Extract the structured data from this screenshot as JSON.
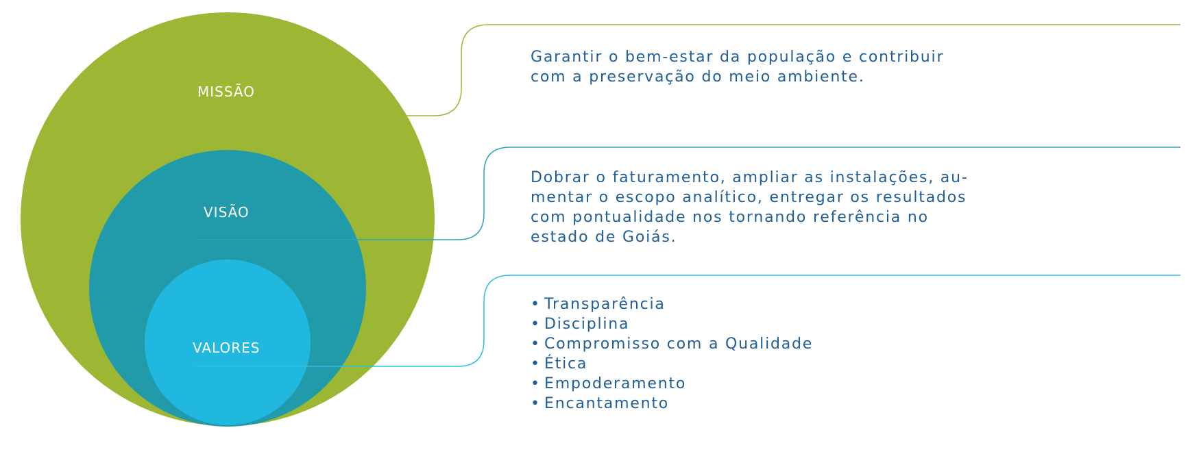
{
  "colors": {
    "missao": "#9cb733",
    "visao": "#219ba9",
    "valores": "#20b8de",
    "text": "#1f5f96",
    "line_missao": "#9cb733",
    "line_visao": "#2aa2b8",
    "line_valores": "#2dbfe2"
  },
  "missao": {
    "label": "MISSÃO",
    "lines": [
      "Garantir o bem-estar da população e contribuir",
      "com a preservação do meio ambiente."
    ]
  },
  "visao": {
    "label": "VISÃO",
    "lines": [
      "Dobrar o faturamento, ampliar as instalações, au-",
      "mentar o escopo analítico, entregar os resultados",
      "com pontualidade nos tornando referência no",
      "estado de Goiás."
    ]
  },
  "valores": {
    "label": "VALORES",
    "bullet": "•",
    "items": [
      "Transparência",
      "Disciplina",
      "Compromisso com a Qualidade",
      "Ética",
      "Empoderamento",
      "Encantamento"
    ]
  }
}
